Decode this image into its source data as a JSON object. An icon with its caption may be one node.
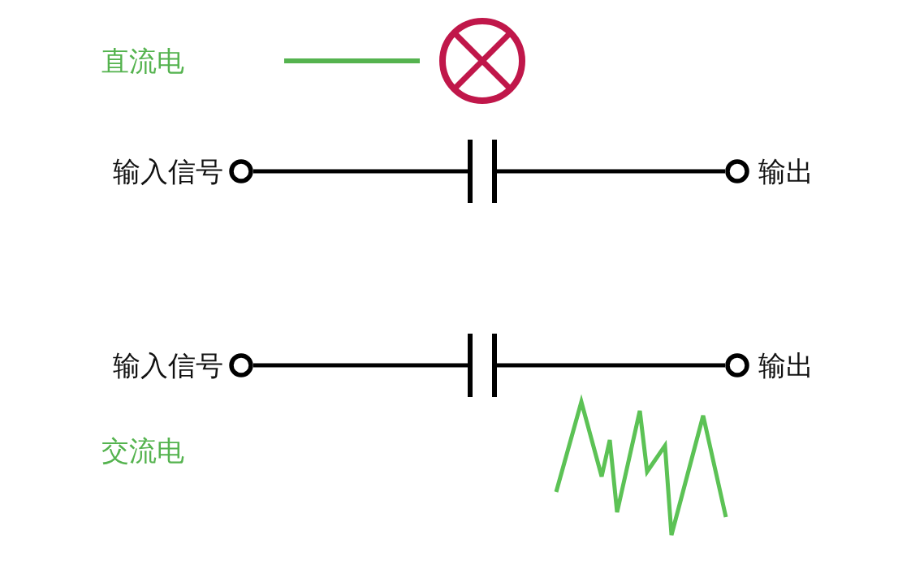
{
  "diagram": {
    "nodes": [
      {
        "text": [],
        "shape": "circle",
        "beside": [
          "输入信号"
        ]
      },
      {
        "text": [],
        "shape": "capacitor"
      },
      {
        "text": [],
        "shape": "circle",
        "beside": [
          "输出"
        ]
      },
      {
        "text": [],
        "shape": "circle",
        "beside": [
          "输入信号"
        ]
      },
      {
        "text": [],
        "shape": "capacitor"
      },
      {
        "text": [],
        "shape": "circle",
        "beside": [
          "输出"
        ]
      }
    ],
    "edges": [
      {
        "from": 0,
        "to": 1,
        "arrow": "none"
      },
      {
        "from": 1,
        "to": 2,
        "arrow": "none"
      },
      {
        "from": 3,
        "to": 4,
        "arrow": "none"
      },
      {
        "from": 4,
        "to": 5,
        "arrow": "none"
      }
    ],
    "labels": [
      "直流电",
      "交流电"
    ]
  }
}
